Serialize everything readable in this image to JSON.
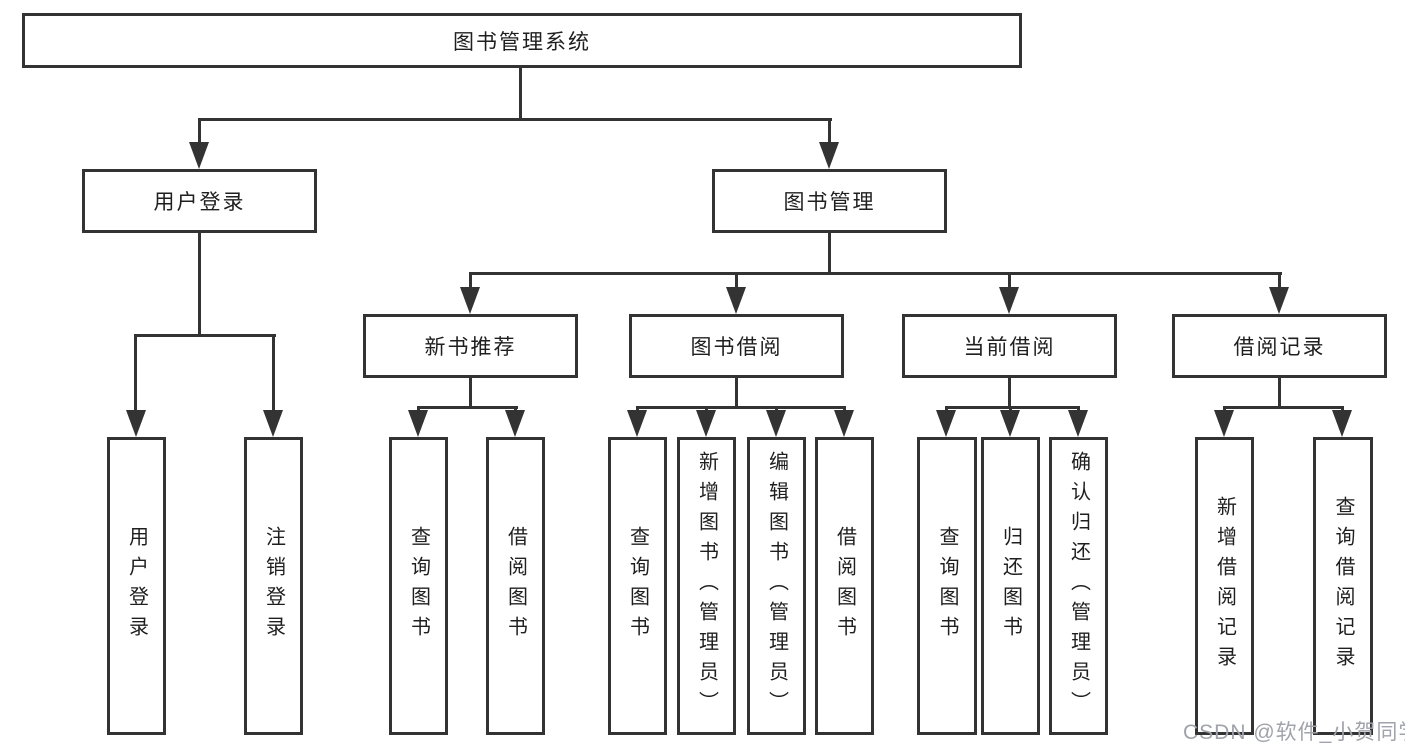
{
  "colors": {
    "line": "#333333",
    "box_background": "#ffffff",
    "text": "#1f1f1f",
    "watermark_text_color": "#a0a3ab"
  },
  "diagram": {
    "title": "图书管理系统",
    "level2": [
      {
        "id": "user-login",
        "label": "用户登录"
      },
      {
        "id": "book-management",
        "label": "图书管理"
      }
    ],
    "level3": [
      {
        "id": "new-book-recommend",
        "label": "新书推荐"
      },
      {
        "id": "book-borrow",
        "label": "图书借阅"
      },
      {
        "id": "current-borrow",
        "label": "当前借阅"
      },
      {
        "id": "borrow-record",
        "label": "借阅记录"
      }
    ],
    "leaves": [
      {
        "group": "user-login",
        "label": "用户登录"
      },
      {
        "group": "user-login",
        "label": "注销登录"
      },
      {
        "group": "new-book-recommend",
        "label": "查询图书"
      },
      {
        "group": "new-book-recommend",
        "label": "借阅图书"
      },
      {
        "group": "book-borrow",
        "label": "查询图书"
      },
      {
        "group": "book-borrow",
        "label": "新增图书（管理员）"
      },
      {
        "group": "book-borrow",
        "label": "编辑图书（管理员）"
      },
      {
        "group": "book-borrow",
        "label": "借阅图书"
      },
      {
        "group": "current-borrow",
        "label": "查询图书"
      },
      {
        "group": "current-borrow",
        "label": "归还图书"
      },
      {
        "group": "current-borrow",
        "label": "确认归还（管理员）"
      },
      {
        "group": "borrow-record",
        "label": "新增借阅记录"
      },
      {
        "group": "borrow-record",
        "label": "查询借阅记录"
      }
    ]
  },
  "watermark": {
    "text": "CSDN @软件_小贺同学"
  }
}
